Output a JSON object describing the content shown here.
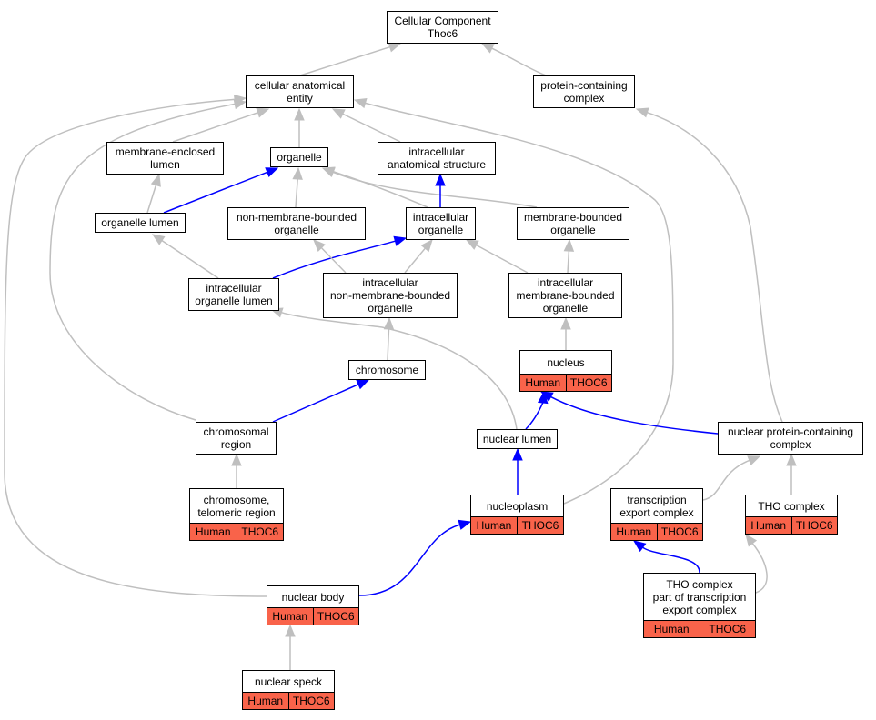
{
  "colors": {
    "grey_edge": "#bfbfbf",
    "blue_edge": "#0000ff",
    "annotation_fill": "#f9634a"
  },
  "nodes": {
    "root": {
      "label": "Cellular Component\nThoc6"
    },
    "cae": {
      "label": "cellular anatomical\nentity"
    },
    "pcc": {
      "label": "protein-containing\ncomplex"
    },
    "mel": {
      "label": "membrane-enclosed\nlumen"
    },
    "org": {
      "label": "organelle"
    },
    "ias": {
      "label": "intracellular\nanatomical structure"
    },
    "orglum": {
      "label": "organelle lumen"
    },
    "nmbo": {
      "label": "non-membrane-bounded\norganelle"
    },
    "io": {
      "label": "intracellular\norganelle"
    },
    "mbo": {
      "label": "membrane-bounded\norganelle"
    },
    "iol": {
      "label": "intracellular\norganelle lumen"
    },
    "inmbo": {
      "label": "intracellular\nnon-membrane-bounded\norganelle"
    },
    "imbo": {
      "label": "intracellular\nmembrane-bounded\norganelle"
    },
    "chrom": {
      "label": "chromosome"
    },
    "nucleus": {
      "label": "nucleus",
      "ann": [
        "Human",
        "THOC6"
      ]
    },
    "chromreg": {
      "label": "chromosomal\nregion"
    },
    "nuclum": {
      "label": "nuclear lumen"
    },
    "npcc": {
      "label": "nuclear protein-containing\ncomplex"
    },
    "telo": {
      "label": "chromosome,\ntelomeric region",
      "ann": [
        "Human",
        "THOC6"
      ]
    },
    "nucleoplasm": {
      "label": "nucleoplasm",
      "ann": [
        "Human",
        "THOC6"
      ]
    },
    "tec": {
      "label": "transcription\nexport complex",
      "ann": [
        "Human",
        "THOC6"
      ]
    },
    "tho": {
      "label": "THO complex",
      "ann": [
        "Human",
        "THOC6"
      ]
    },
    "tho2": {
      "label": "THO complex\npart of transcription\nexport complex",
      "ann": [
        "Human",
        "THOC6"
      ]
    },
    "nbody": {
      "label": "nuclear body",
      "ann": [
        "Human",
        "THOC6"
      ]
    },
    "nspeck": {
      "label": "nuclear speck",
      "ann": [
        "Human",
        "THOC6"
      ]
    }
  }
}
